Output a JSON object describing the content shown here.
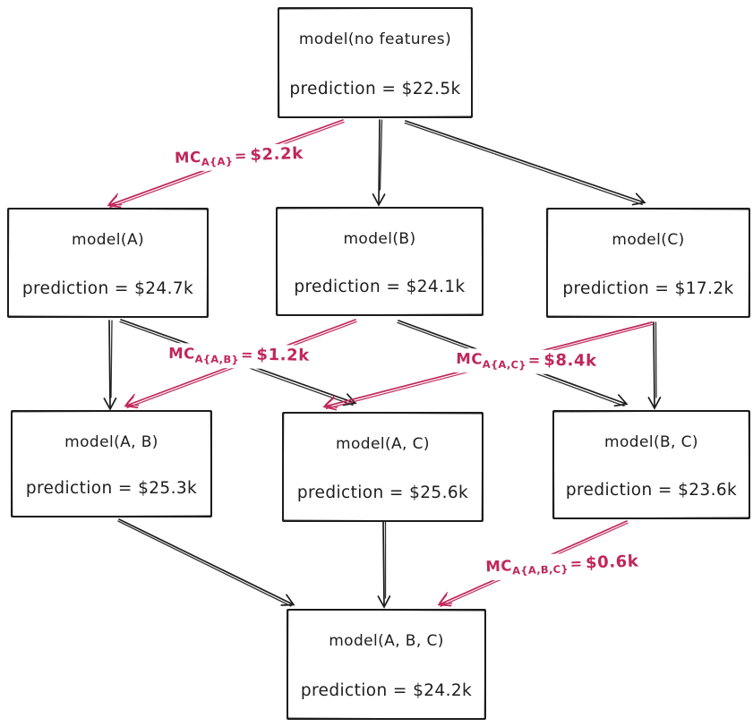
{
  "diagram": {
    "nodes": {
      "no_features": {
        "title": "model(no features)",
        "prediction": "prediction = $22.5k"
      },
      "a": {
        "title": "model(A)",
        "prediction": "prediction = $24.7k"
      },
      "b": {
        "title": "model(B)",
        "prediction": "prediction = $24.1k"
      },
      "c": {
        "title": "model(C)",
        "prediction": "prediction = $17.2k"
      },
      "ab": {
        "title": "model(A, B)",
        "prediction": "prediction = $25.3k"
      },
      "ac": {
        "title": "model(A, C)",
        "prediction": "prediction = $25.6k"
      },
      "bc": {
        "title": "model(B, C)",
        "prediction": "prediction = $23.6k"
      },
      "abc": {
        "title": "model(A, B, C)",
        "prediction": "prediction = $24.2k"
      }
    },
    "mc_labels": {
      "mc_a": {
        "prefix": "MC",
        "subscript": "A{A}",
        "equals": "=",
        "value": "$2.2k"
      },
      "mc_ab": {
        "prefix": "MC",
        "subscript": "A{A,B}",
        "equals": "=",
        "value": "$1.2k"
      },
      "mc_ac": {
        "prefix": "MC",
        "subscript": "A{A,C}",
        "equals": "=",
        "value": "$8.4k"
      },
      "mc_abc": {
        "prefix": "MC",
        "subscript": "A{A,B,C}",
        "equals": "=",
        "value": "$0.6k"
      }
    },
    "colors": {
      "stroke": "#1d1d1d",
      "highlight": "#c0265a",
      "background": "#ffffff"
    }
  }
}
